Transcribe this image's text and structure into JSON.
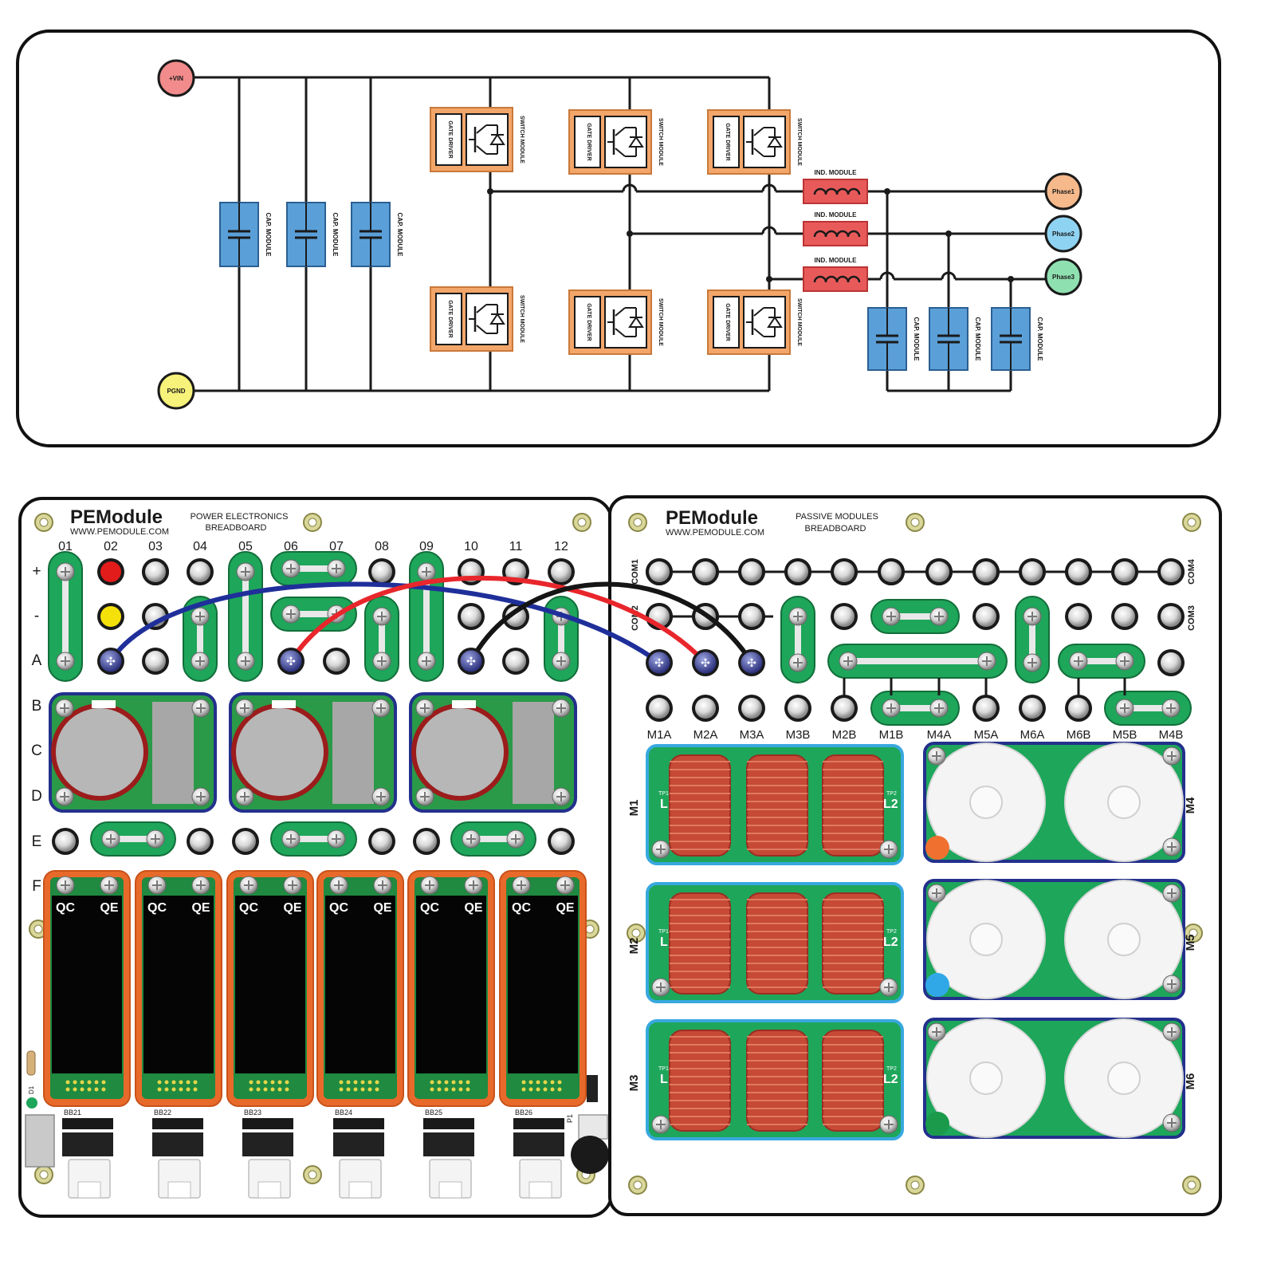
{
  "schematic": {
    "terminals": {
      "vin": {
        "label": "+VIN",
        "color": "#f28b8b"
      },
      "pgnd": {
        "label": "PGND",
        "color": "#f7f27a"
      },
      "phase1": {
        "label": "Phase1",
        "color": "#f6b98b"
      },
      "phase2": {
        "label": "Phase2",
        "color": "#8fd3f2"
      },
      "phase3": {
        "label": "Phase3",
        "color": "#8fe0b0"
      }
    },
    "cap_label": "CAP. MODULE",
    "switch_label": "SWITCH MODULE",
    "gate_label": "GATE DRIVER",
    "ind_label": "IND. MODULE",
    "colors": {
      "cap": "#5a9fd8",
      "switch": "#f3a66a",
      "ind": "#e85a5a",
      "wire": "#1a1a1a"
    }
  },
  "board_left": {
    "logo": "PEModule",
    "url": "WWW.PEMODULE.COM",
    "title_line1": "POWER ELECTRONICS",
    "title_line2": "BREADBOARD",
    "columns": [
      "01",
      "02",
      "03",
      "04",
      "05",
      "06",
      "07",
      "08",
      "09",
      "10",
      "11",
      "12"
    ],
    "rows": [
      "+",
      "-",
      "A",
      "B",
      "C",
      "D",
      "E",
      "F"
    ],
    "switch_labels": [
      "QC",
      "QE"
    ],
    "bb_labels": [
      "BB21",
      "BB22",
      "BB23",
      "BB24",
      "BB25",
      "BB26"
    ],
    "d1": "D1",
    "p1": "P1"
  },
  "board_right": {
    "logo": "PEModule",
    "url": "WWW.PEMODULE.COM",
    "title_line1": "PASSIVE MODULES",
    "title_line2": "BREADBOARD",
    "com_labels": [
      "COM1",
      "COM2",
      "COM4",
      "COM3"
    ],
    "bottom_labels": [
      "M1A",
      "M2A",
      "M3A",
      "M3B",
      "M2B",
      "M1B",
      "M4A",
      "M5A",
      "M6A",
      "M6B",
      "M5B",
      "M4B"
    ],
    "inductor_modules": [
      "M1",
      "M2",
      "M3"
    ],
    "capacitor_modules": [
      "M4",
      "M5",
      "M6"
    ],
    "module_dot_colors": [
      "#f07030",
      "#30a8e8",
      "#1a9a4a"
    ],
    "inductor_pins": [
      "L",
      "L2",
      "TP1",
      "TP2"
    ]
  },
  "wires": [
    {
      "color": "#1f2f9a"
    },
    {
      "color": "#e8262c"
    },
    {
      "color": "#151515"
    }
  ]
}
